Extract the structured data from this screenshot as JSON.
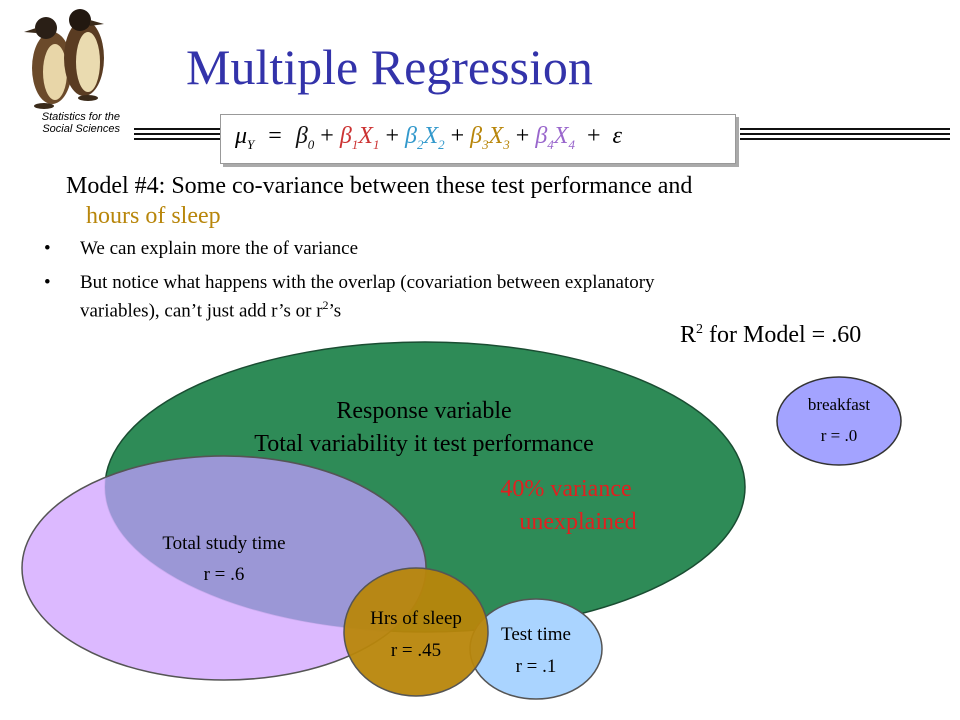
{
  "logo": {
    "caption_line1": "Statistics for the",
    "caption_line2": "Social Sciences"
  },
  "title": "Multiple Regression",
  "equation": {
    "mu": "μ",
    "mu_sub": "Y",
    "eq": "=",
    "terms": [
      {
        "coef": "β",
        "sub": "0",
        "var": "",
        "var_sub": "",
        "color": "#111111"
      },
      {
        "coef": "β",
        "sub": "1",
        "var": "X",
        "var_sub": "1",
        "color": "#cc3333"
      },
      {
        "coef": "β",
        "sub": "2",
        "var": "X",
        "var_sub": "2",
        "color": "#3399cc"
      },
      {
        "coef": "β",
        "sub": "3",
        "var": "X",
        "var_sub": "3",
        "color": "#b8860b"
      },
      {
        "coef": "β",
        "sub": "4",
        "var": "X",
        "var_sub": "4",
        "color": "#9966cc"
      }
    ],
    "plus": "+",
    "epsilon": "ε"
  },
  "heading": {
    "prefix": "Model #4: Some co-variance between these test performance and",
    "highlight": "hours of sleep"
  },
  "bullets": [
    "We can explain more the of variance",
    "But notice what happens with the overlap (covariation between explanatory",
    "variables), can’t just add r’s or r",
    "2",
    "’s"
  ],
  "r2_label": {
    "prefix": "R",
    "sup": "2",
    "suffix": " for Model = .60"
  },
  "diagram": {
    "response": {
      "line1": "Response  variable",
      "line2": "Total variability it test performance",
      "color": "#2e8b57"
    },
    "unexplained": {
      "line1": "40% variance",
      "line2": "unexplained",
      "color": "#e02020"
    },
    "study": {
      "line1": "Total study time",
      "line2": "r = .6",
      "color": "#d9b3ff"
    },
    "sleep": {
      "line1": "Hrs of sleep",
      "line2": "r = .45",
      "color": "#b8860b"
    },
    "testtime": {
      "line1": "Test time",
      "line2": "r = .1",
      "color": "#99ccff"
    },
    "breakfast": {
      "line1": "breakfast",
      "line2": "r = .0",
      "color": "#9999ff"
    }
  }
}
